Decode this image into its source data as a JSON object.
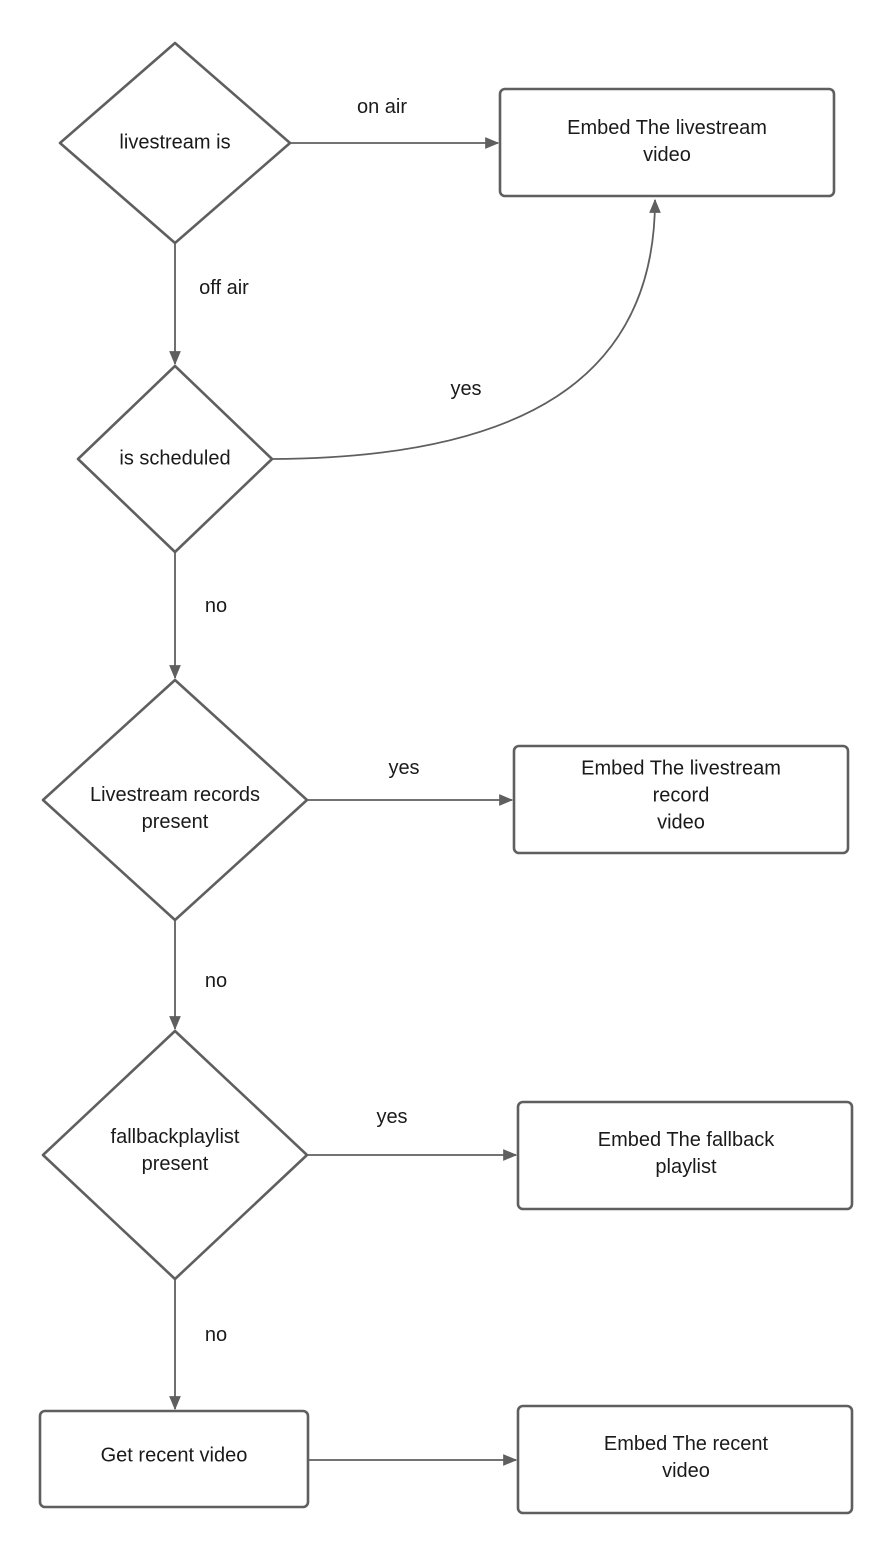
{
  "diagram": {
    "colors": {
      "stroke": "#5f5f5f",
      "fill": "#ffffff",
      "text": "#1a1a1a"
    },
    "nodes": {
      "livestream_is": {
        "shape": "diamond",
        "text": "livestream is"
      },
      "embed_livestream_video": {
        "shape": "rounded-rect",
        "text": "Embed The livestream video"
      },
      "is_scheduled": {
        "shape": "diamond",
        "text": "is scheduled"
      },
      "livestream_records_present": {
        "shape": "diamond",
        "text": "Livestream records\npresent"
      },
      "embed_livestream_record_video": {
        "shape": "rounded-rect",
        "text": "Embed The livestream record\nvideo"
      },
      "fallbackplaylist_present": {
        "shape": "diamond",
        "text": "fallbackplaylist\npresent"
      },
      "embed_fallback_playlist": {
        "shape": "rounded-rect",
        "text": "Embed The fallback playlist"
      },
      "get_recent_video": {
        "shape": "rounded-rect",
        "text": "Get recent video"
      },
      "embed_recent_video": {
        "shape": "rounded-rect",
        "text": "Embed The recent video"
      }
    },
    "edges": {
      "on_air": {
        "from": "livestream_is",
        "to": "embed_livestream_video",
        "label": "on air"
      },
      "off_air": {
        "from": "livestream_is",
        "to": "is_scheduled",
        "label": "off air"
      },
      "scheduled_yes": {
        "from": "is_scheduled",
        "to": "embed_livestream_video",
        "label": "yes"
      },
      "scheduled_no": {
        "from": "is_scheduled",
        "to": "livestream_records_present",
        "label": "no"
      },
      "records_yes": {
        "from": "livestream_records_present",
        "to": "embed_livestream_record_video",
        "label": "yes"
      },
      "records_no": {
        "from": "livestream_records_present",
        "to": "fallbackplaylist_present",
        "label": "no"
      },
      "playlist_yes": {
        "from": "fallbackplaylist_present",
        "to": "embed_fallback_playlist",
        "label": "yes"
      },
      "playlist_no": {
        "from": "fallbackplaylist_present",
        "to": "get_recent_video",
        "label": "no"
      },
      "recent_to_embed": {
        "from": "get_recent_video",
        "to": "embed_recent_video",
        "label": ""
      }
    }
  }
}
